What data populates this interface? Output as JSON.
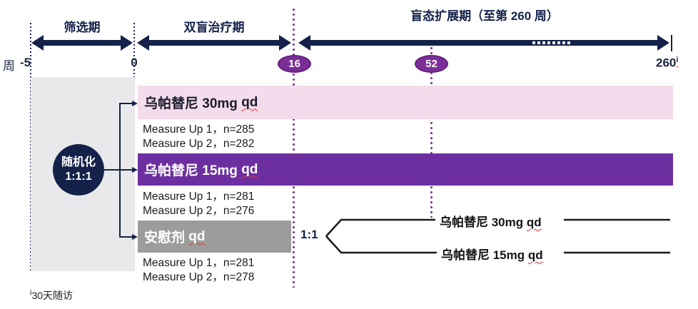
{
  "timeline": {
    "week_axis_label": "周",
    "phase_screening": "筛选期",
    "phase_double_blind": "双盲治疗期",
    "phase_extension": "盲态扩展期（至第 260 周）",
    "week_start": "-5",
    "week_zero": "0",
    "week_16": "16",
    "week_52": "52",
    "week_end": "260",
    "week_end_sup": "i"
  },
  "randomization": {
    "label": "随机化",
    "ratio": "1:1:1"
  },
  "arms": [
    {
      "title": "乌帕替尼 30mg",
      "qd": "qd",
      "measure_up_1": "Measure Up 1，n=285",
      "measure_up_2": "Measure Up 2，n=282"
    },
    {
      "title": "乌帕替尼 15mg",
      "qd": "qd",
      "measure_up_1": "Measure Up 1，n=281",
      "measure_up_2": "Measure Up 2，n=276"
    },
    {
      "title": "安慰剂",
      "qd": "qd",
      "measure_up_1": "Measure Up 1，n=281",
      "measure_up_2": "Measure Up 2，n=278"
    }
  ],
  "extension_split": {
    "ratio": "1:1",
    "branches": [
      {
        "title": "乌帕替尼 30mg",
        "qd": "qd"
      },
      {
        "title": "乌帕替尼 15mg",
        "qd": "qd"
      }
    ]
  },
  "footnote": {
    "sup": "i",
    "text": "30天随访"
  },
  "colors": {
    "navy": "#14224a",
    "purple_accent": "#7b2e96",
    "bar_pink": "#f3dcec",
    "bar_purple": "#6d2f9f",
    "bar_gray": "#9c9c9c",
    "screening_box_gray": "#e9e9ec",
    "wavy_red": "#e03131",
    "line_black": "#1a1a1a"
  }
}
